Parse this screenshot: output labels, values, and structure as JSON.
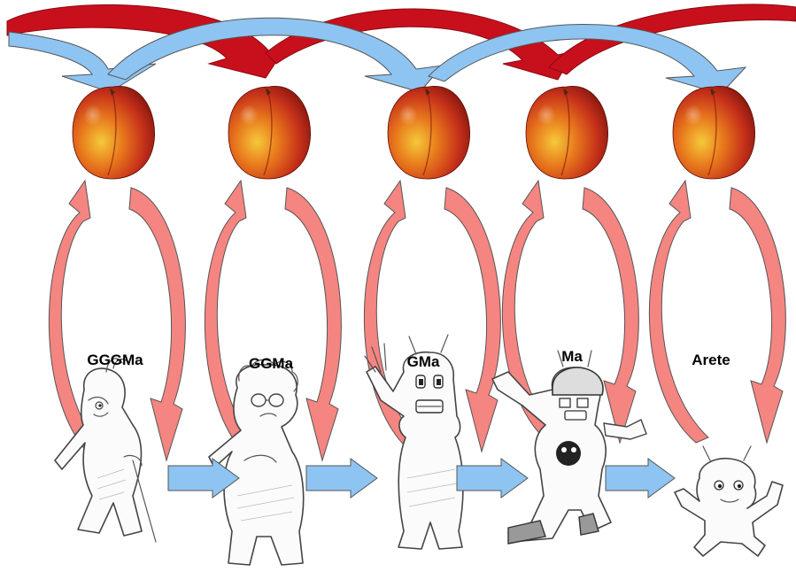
{
  "generations": [
    {
      "label": "GGGMa",
      "figure": "great-great-grandmother with cane"
    },
    {
      "label": "GGMa",
      "figure": "great-grandmother with curly hair"
    },
    {
      "label": "GMa",
      "figure": "grandmother waving"
    },
    {
      "label": "Ma",
      "figure": "mother with helmet and sneakers"
    },
    {
      "label": "Arete",
      "figure": "baby"
    }
  ],
  "colors": {
    "red_arrow": "#c8101c",
    "blue_arrow": "#8ec4f1",
    "pink_arrow": "#f58581",
    "arrow_outline": "#555555"
  },
  "icons": [
    "peach-icon",
    "blue-arrow-icon",
    "red-arrow-icon",
    "pink-loop-arrow-icon"
  ]
}
